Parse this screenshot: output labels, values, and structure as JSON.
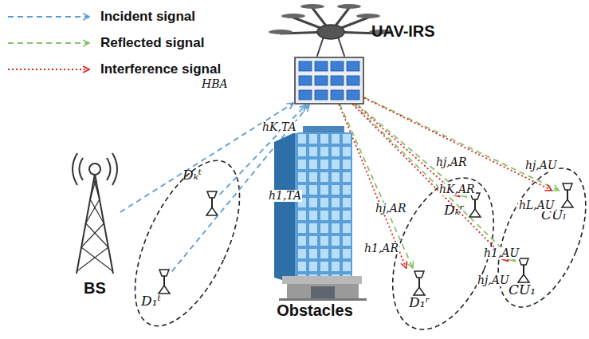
{
  "diagram": {
    "nodes": [
      {
        "text": [
          "UAV-IRS"
        ]
      },
      {
        "text": [
          "BS"
        ]
      },
      {
        "text": [
          "Dₖᵗ"
        ]
      },
      {
        "text": [
          "D₁ᵗ"
        ]
      },
      {
        "text": [
          "Obstacles"
        ]
      },
      {
        "text": [
          "Dₖʳ"
        ]
      },
      {
        "text": [
          "D₁ʳ"
        ]
      },
      {
        "text": [
          "CUₗ"
        ]
      },
      {
        "text": [
          "CU₁"
        ]
      }
    ],
    "edges": [
      {
        "from": 1,
        "to": 0,
        "label": "HBA",
        "arrow": "to"
      },
      {
        "from": 2,
        "to": 0,
        "label": "hK,TA",
        "arrow": "to"
      },
      {
        "from": 3,
        "to": 0,
        "label": "h1,TA",
        "arrow": "to"
      },
      {
        "from": 0,
        "to": 5,
        "label": "hK,AR",
        "arrow": "to"
      },
      {
        "from": 0,
        "to": 5,
        "label": "hj,AR",
        "arrow": "to"
      },
      {
        "from": 0,
        "to": 6,
        "label": "h1,AR",
        "arrow": "to"
      },
      {
        "from": 0,
        "to": 6,
        "label": "hj,AR",
        "arrow": "to"
      },
      {
        "from": 0,
        "to": 7,
        "label": "hL,AU",
        "arrow": "to"
      },
      {
        "from": 0,
        "to": 7,
        "label": "hj,AU",
        "arrow": "to"
      },
      {
        "from": 0,
        "to": 8,
        "label": "h1,AU",
        "arrow": "to"
      },
      {
        "from": 0,
        "to": 8,
        "label": "hj,AU",
        "arrow": "to"
      }
    ],
    "legend": [
      {
        "text": "Incident signal"
      },
      {
        "text": "Reflected signal"
      },
      {
        "text": "Interference signal"
      }
    ]
  }
}
